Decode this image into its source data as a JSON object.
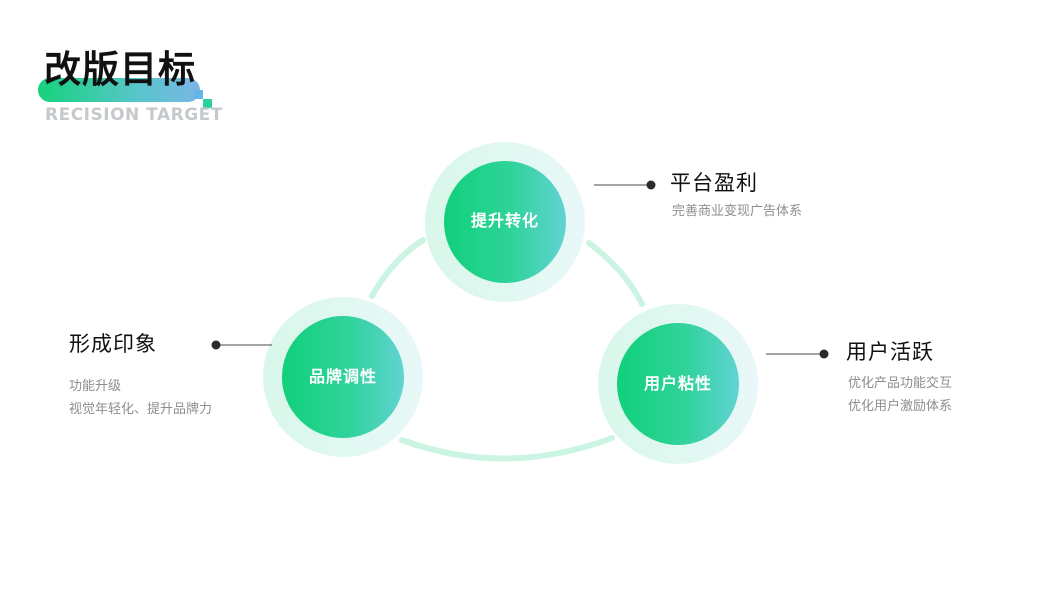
{
  "header": {
    "title": "改版目标",
    "subtitle": "RECISION TARGET"
  },
  "colors": {
    "accent_green": "#16d27c",
    "accent_teal": "#56c6c8",
    "accent_blue": "#7ab6e6",
    "halo": "#e3f8ef",
    "connector": "#c8f3e0"
  },
  "nodes": {
    "top": "提升转化",
    "left": "品牌调性",
    "right": "用户粘性"
  },
  "goals": {
    "top_right": {
      "title": "平台盈利",
      "desc": [
        "完善商业变现广告体系"
      ]
    },
    "left": {
      "title": "形成印象",
      "desc": [
        "功能升级",
        "视觉年轻化、提升品牌力"
      ]
    },
    "right": {
      "title": "用户活跃",
      "desc": [
        "优化产品功能交互",
        "优化用户激励体系"
      ]
    }
  }
}
